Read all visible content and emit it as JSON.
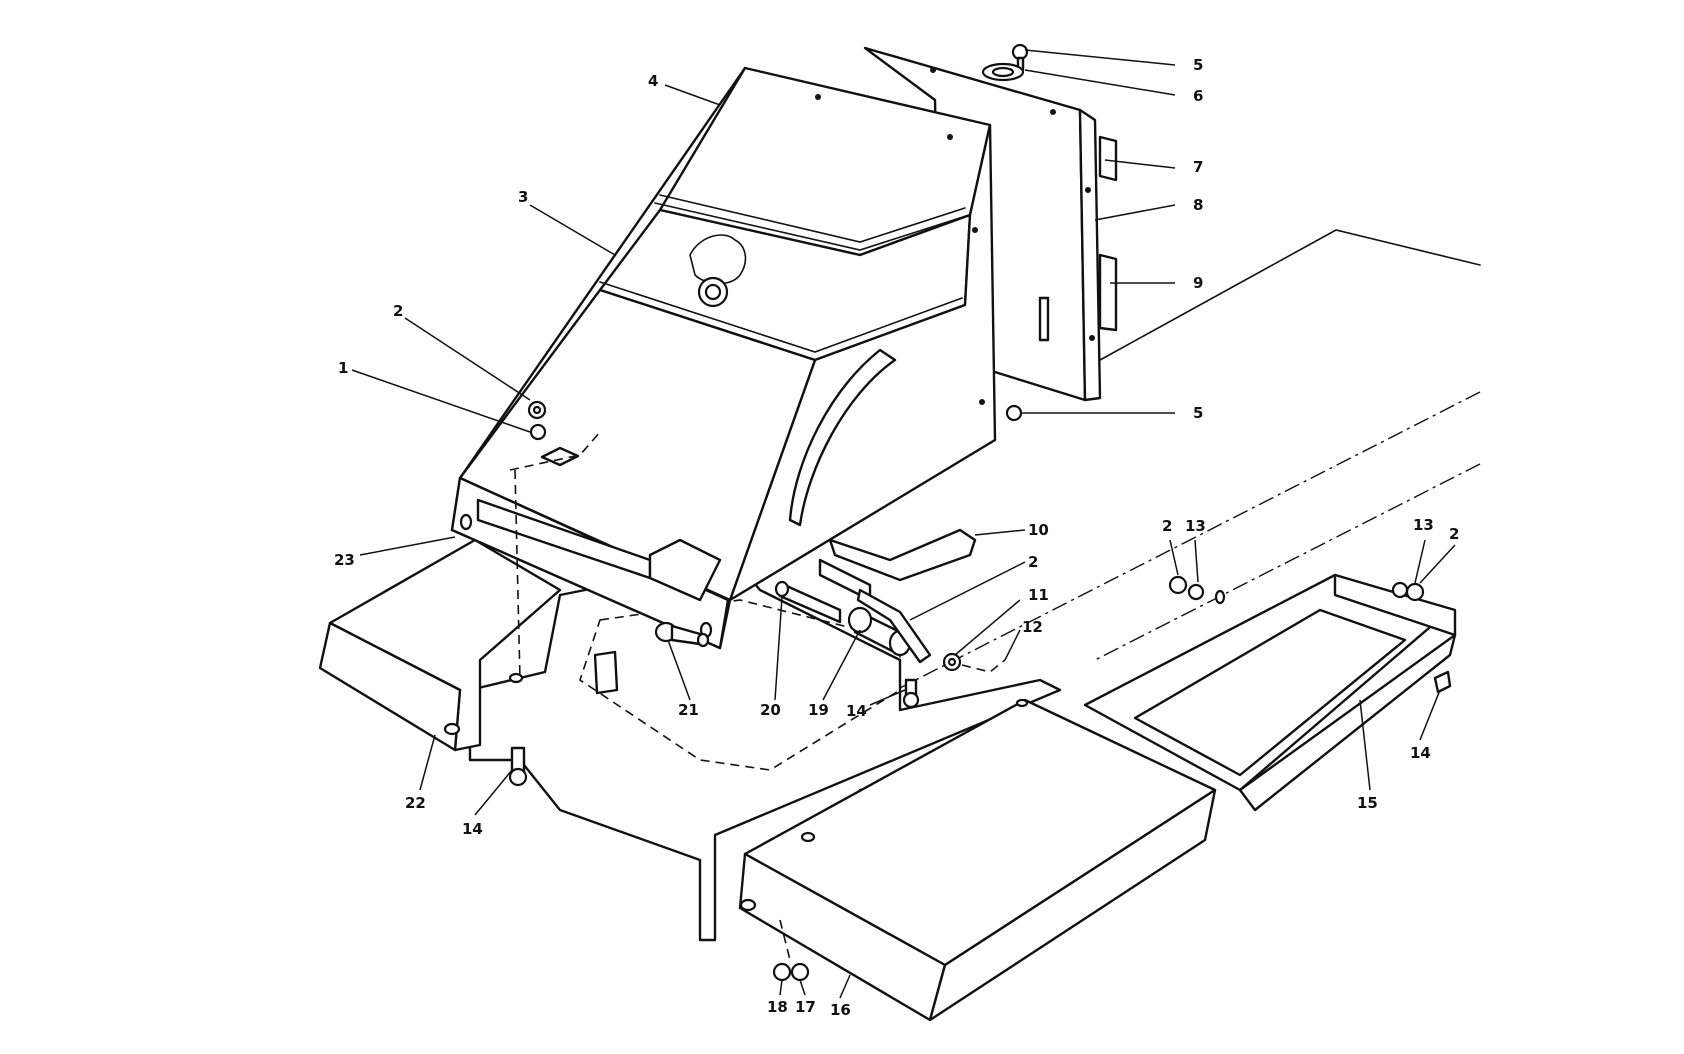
{
  "callouts": [
    {
      "id": "c1",
      "text": "1"
    },
    {
      "id": "c2a",
      "text": "2"
    },
    {
      "id": "c3",
      "text": "3"
    },
    {
      "id": "c4",
      "text": "4"
    },
    {
      "id": "c5a",
      "text": "5"
    },
    {
      "id": "c6",
      "text": "6"
    },
    {
      "id": "c7",
      "text": "7"
    },
    {
      "id": "c8",
      "text": "8"
    },
    {
      "id": "c9",
      "text": "9"
    },
    {
      "id": "c5b",
      "text": "5"
    },
    {
      "id": "c10",
      "text": "10"
    },
    {
      "id": "c2b",
      "text": "2"
    },
    {
      "id": "c11",
      "text": "11"
    },
    {
      "id": "c12",
      "text": "12"
    },
    {
      "id": "c2c",
      "text": "2"
    },
    {
      "id": "c13a",
      "text": "13"
    },
    {
      "id": "c13b",
      "text": "13"
    },
    {
      "id": "c2d",
      "text": "2"
    },
    {
      "id": "c14a",
      "text": "14"
    },
    {
      "id": "c15",
      "text": "15"
    },
    {
      "id": "c23",
      "text": "23"
    },
    {
      "id": "c21",
      "text": "21"
    },
    {
      "id": "c20",
      "text": "20"
    },
    {
      "id": "c19",
      "text": "19"
    },
    {
      "id": "c14b",
      "text": "14"
    },
    {
      "id": "c22",
      "text": "22"
    },
    {
      "id": "c14c",
      "text": "14"
    },
    {
      "id": "c18",
      "text": "18"
    },
    {
      "id": "c17",
      "text": "17"
    },
    {
      "id": "c16",
      "text": "16"
    }
  ]
}
